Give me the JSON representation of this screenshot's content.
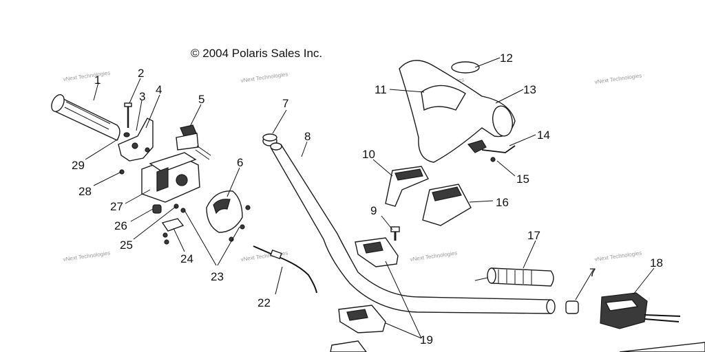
{
  "copyright": "© 2004 Polaris Sales Inc.",
  "watermark": "vNext Technologies",
  "callouts": [
    "1",
    "2",
    "3",
    "4",
    "5",
    "6",
    "7",
    "7",
    "8",
    "9",
    "10",
    "11",
    "12",
    "13",
    "14",
    "15",
    "16",
    "17",
    "18",
    "19",
    "22",
    "23",
    "24",
    "25",
    "26",
    "27",
    "28",
    "29"
  ]
}
